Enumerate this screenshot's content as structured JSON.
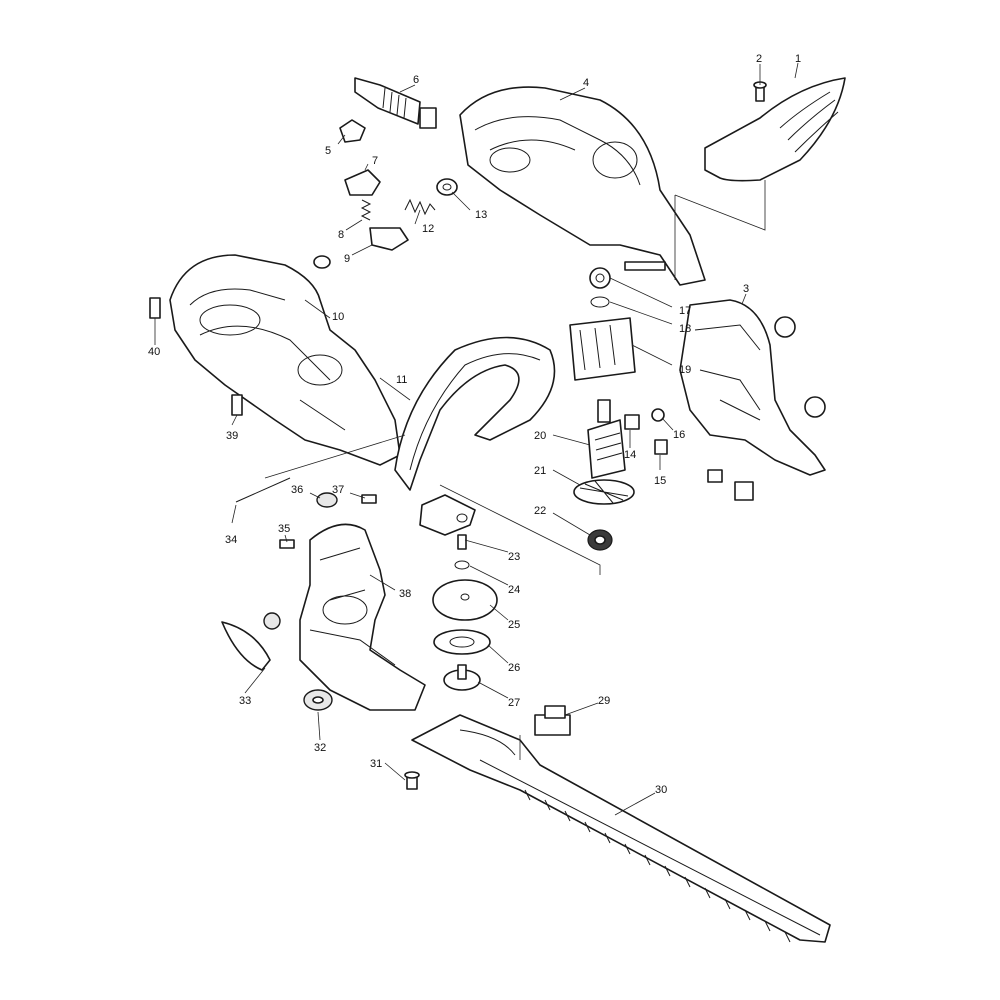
{
  "callouts": [
    {
      "id": "c1",
      "text": "1"
    },
    {
      "id": "c2",
      "text": "2"
    },
    {
      "id": "c3",
      "text": "3"
    },
    {
      "id": "c4",
      "text": "4"
    },
    {
      "id": "c5",
      "text": "5"
    },
    {
      "id": "c6",
      "text": "6"
    },
    {
      "id": "c7",
      "text": "7"
    },
    {
      "id": "c8",
      "text": "8"
    },
    {
      "id": "c9",
      "text": "9"
    },
    {
      "id": "c10",
      "text": "10"
    },
    {
      "id": "c11",
      "text": "11"
    },
    {
      "id": "c12",
      "text": "12"
    },
    {
      "id": "c13",
      "text": "13"
    },
    {
      "id": "c14",
      "text": "14"
    },
    {
      "id": "c15",
      "text": "15"
    },
    {
      "id": "c16",
      "text": "16"
    },
    {
      "id": "c17",
      "text": "17"
    },
    {
      "id": "c18",
      "text": "18"
    },
    {
      "id": "c19",
      "text": "19"
    },
    {
      "id": "c20",
      "text": "20"
    },
    {
      "id": "c21",
      "text": "21"
    },
    {
      "id": "c22",
      "text": "22"
    },
    {
      "id": "c23",
      "text": "23"
    },
    {
      "id": "c24",
      "text": "24"
    },
    {
      "id": "c25",
      "text": "25"
    },
    {
      "id": "c26",
      "text": "26"
    },
    {
      "id": "c27",
      "text": "27"
    },
    {
      "id": "c29",
      "text": "29"
    },
    {
      "id": "c30",
      "text": "30"
    },
    {
      "id": "c31",
      "text": "31"
    },
    {
      "id": "c32",
      "text": "32"
    },
    {
      "id": "c33",
      "text": "33"
    },
    {
      "id": "c34",
      "text": "34"
    },
    {
      "id": "c35",
      "text": "35"
    },
    {
      "id": "c36",
      "text": "36"
    },
    {
      "id": "c37",
      "text": "37"
    },
    {
      "id": "c38",
      "text": "38"
    },
    {
      "id": "c39",
      "text": "39"
    },
    {
      "id": "c40",
      "text": "40"
    }
  ],
  "colors": {
    "line": "#1a1a1a",
    "fill": "#ffffff",
    "shade": "#e8e8e8"
  }
}
